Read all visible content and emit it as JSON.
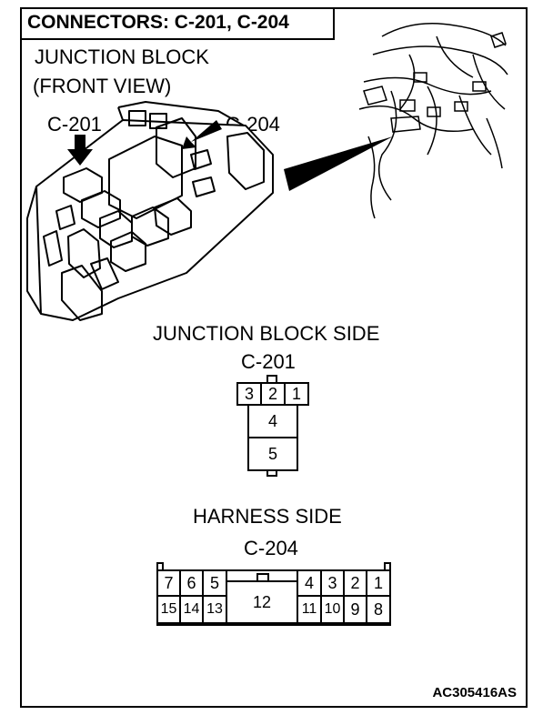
{
  "title": "CONNECTORS: C-201, C-204",
  "illustration": {
    "label_line1": "JUNCTION BLOCK",
    "label_line2": "(FRONT VIEW)",
    "callout_left": "C-201",
    "callout_right": "C-204"
  },
  "connector_c201": {
    "heading": "JUNCTION BLOCK SIDE",
    "name": "C-201",
    "top_row": [
      "3",
      "2",
      "1"
    ],
    "middle": "4",
    "bottom": "5"
  },
  "connector_c204": {
    "heading": "HARNESS SIDE",
    "name": "C-204",
    "left_top": [
      "7",
      "6",
      "5"
    ],
    "left_bottom": [
      "15",
      "14",
      "13"
    ],
    "center": "12",
    "right_top": [
      "4",
      "3",
      "2",
      "1"
    ],
    "right_bottom": [
      "11",
      "10",
      "9",
      "8"
    ]
  },
  "figure_code": "AC305416AS"
}
